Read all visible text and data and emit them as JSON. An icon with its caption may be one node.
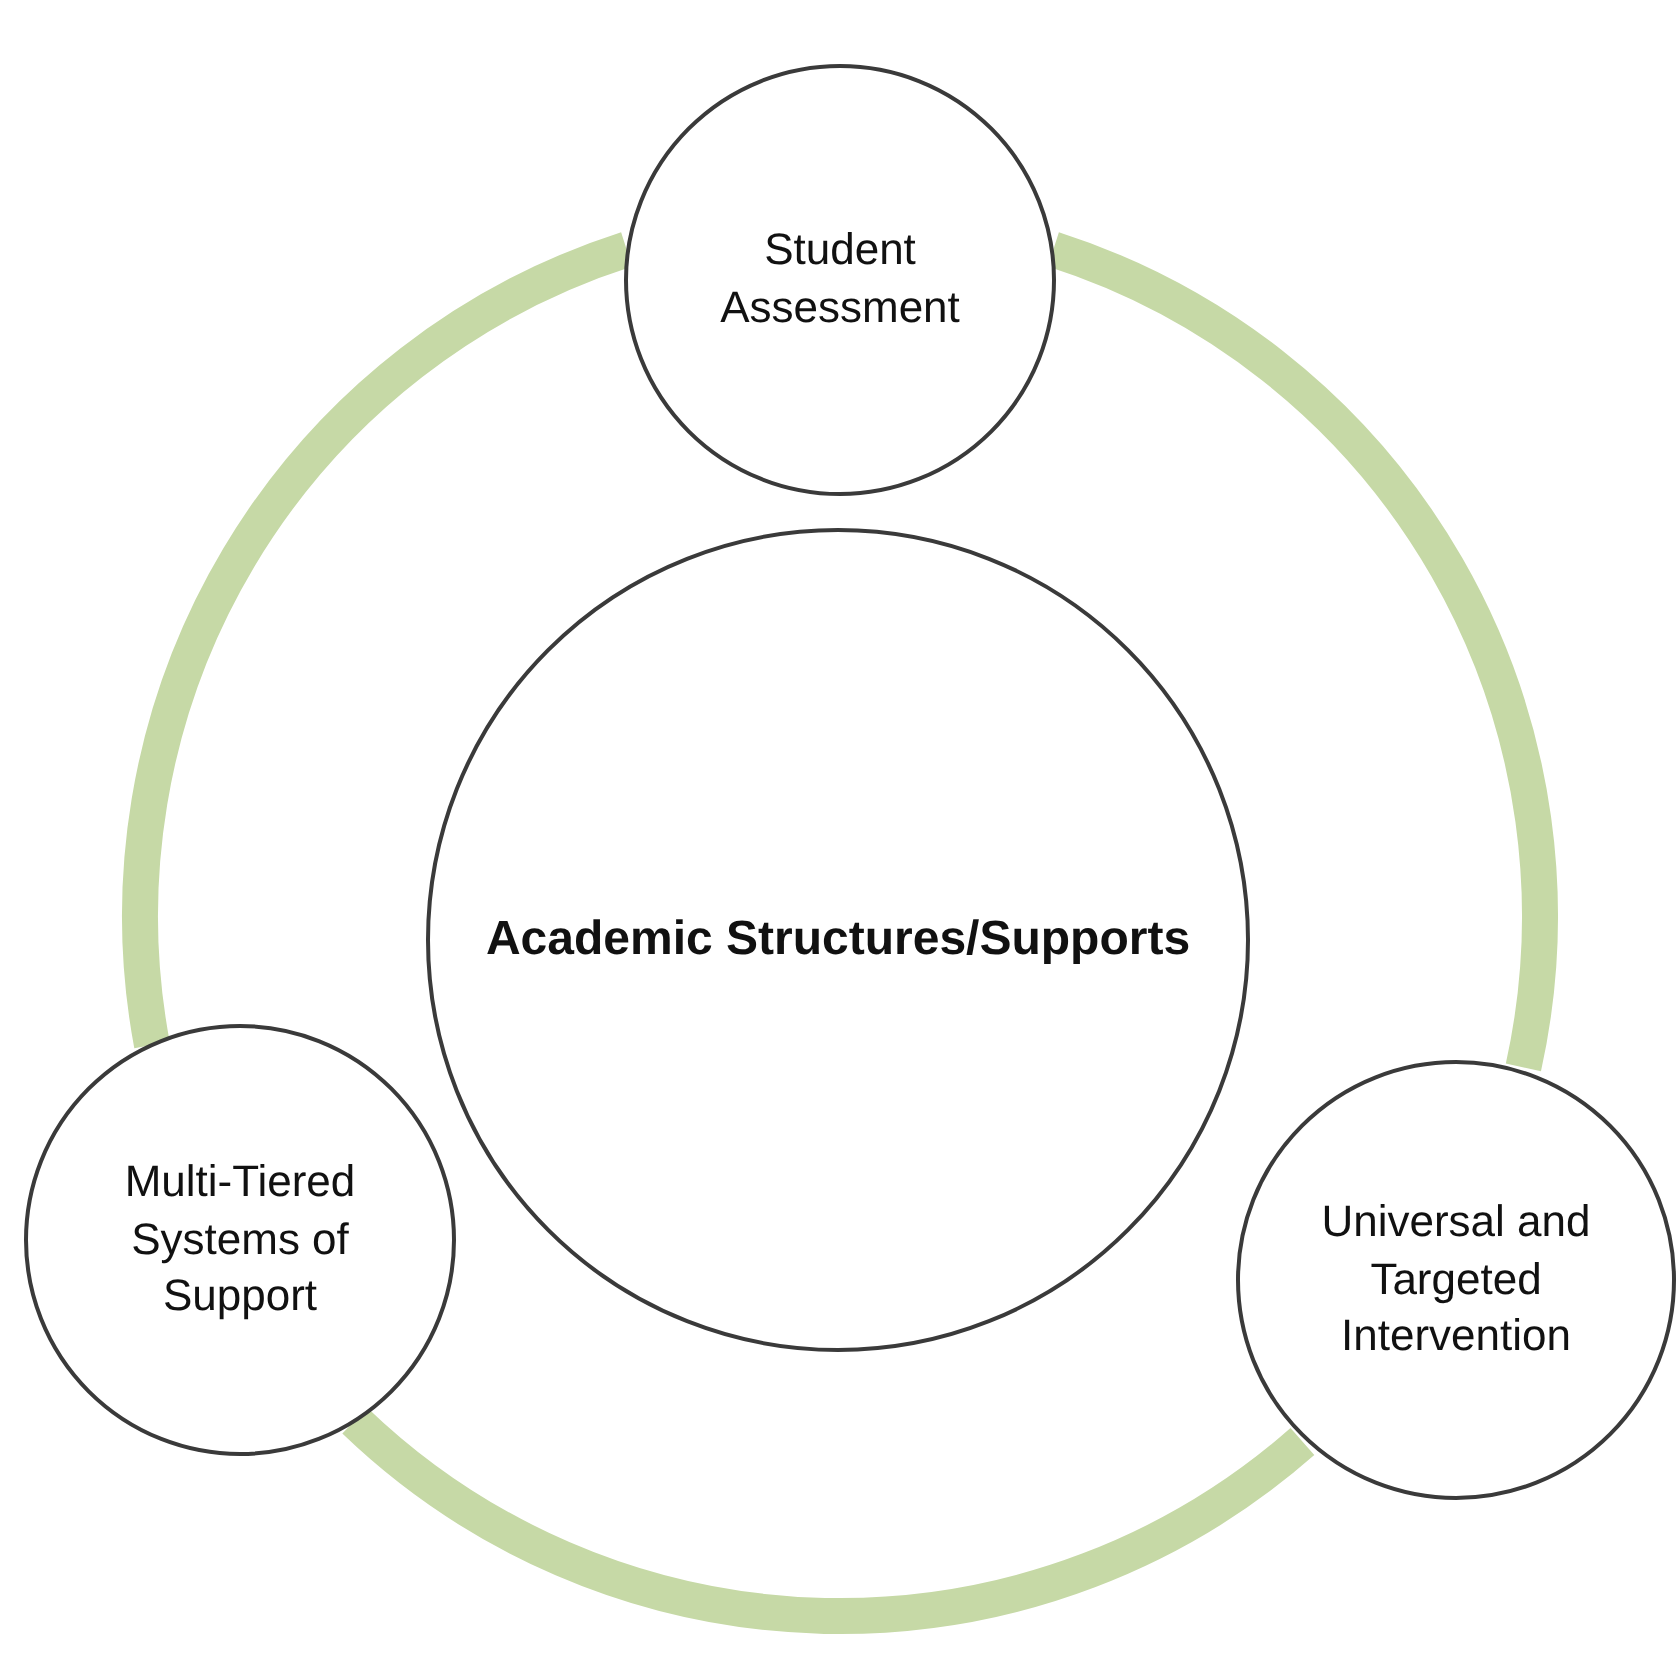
{
  "diagram": {
    "nodes": [
      {
        "text": [
          "Student Assessment"
        ]
      },
      {
        "text": [
          "Academic Structures/Supports"
        ]
      },
      {
        "text": [
          "Multi-Tiered Systems of Support"
        ]
      },
      {
        "text": [
          "Universal and Targeted Intervention"
        ]
      }
    ],
    "edges": [
      {
        "from": 0,
        "to": 3,
        "arrow": "none"
      },
      {
        "from": 3,
        "to": 2,
        "arrow": "none"
      },
      {
        "from": 2,
        "to": 0,
        "arrow": "none"
      }
    ]
  }
}
